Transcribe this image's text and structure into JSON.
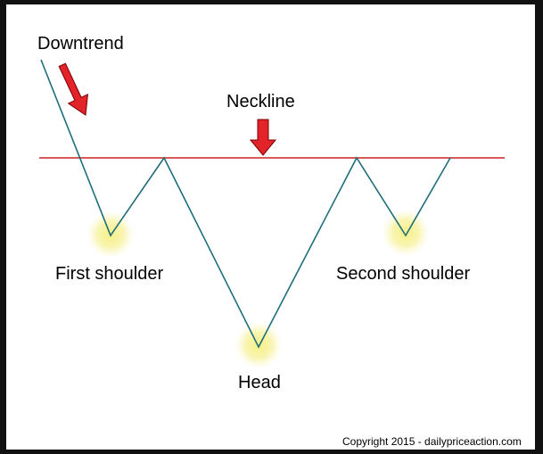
{
  "labels": {
    "downtrend": "Downtrend",
    "neckline": "Neckline",
    "first_shoulder": "First shoulder",
    "head": "Head",
    "second_shoulder": "Second shoulder"
  },
  "copyright": "Copyright 2015 - dailypriceaction.com",
  "colors": {
    "neckline_line": "#cc2222",
    "price_line": "#1f6e7a",
    "arrow": "#e3232a",
    "arrow_edge": "#7a0000",
    "highlight": "#f5f08c",
    "frame": "#111111"
  }
}
